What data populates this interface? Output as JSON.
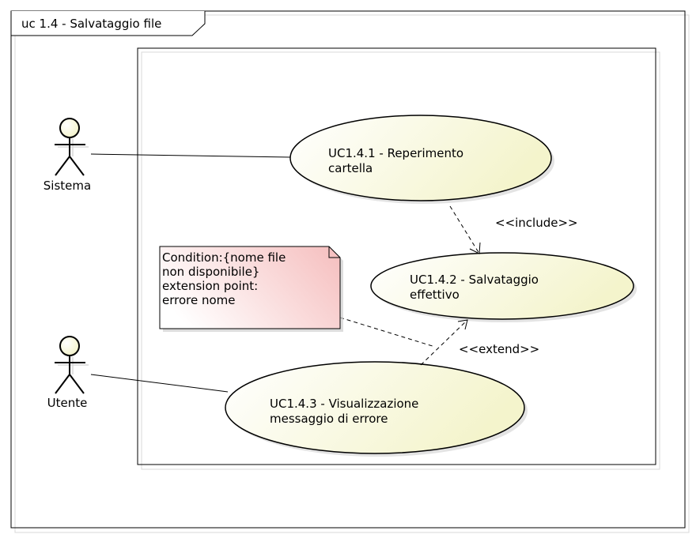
{
  "frame": {
    "title": "uc 1.4 - Salvataggio file"
  },
  "actors": {
    "sistema": {
      "name": "Sistema"
    },
    "utente": {
      "name": "Utente"
    }
  },
  "use_cases": {
    "uc141": {
      "line1": "UC1.4.1 - Reperimento",
      "line2": "cartella"
    },
    "uc142": {
      "line1": "UC1.4.2 - Salvataggio",
      "line2": "effettivo"
    },
    "uc143": {
      "line1": "UC1.4.3 - Visualizzazione",
      "line2": "messaggio di errore"
    }
  },
  "note": {
    "line1": "Condition:{nome file",
    "line2": "non disponibile}",
    "line3": "extension point:",
    "line4": "errore nome"
  },
  "relations": {
    "include": "<<include>>",
    "extend": "<<extend>>"
  },
  "colors": {
    "use_case_fill_light": "#ffffff",
    "use_case_fill_dark": "#f5f5cf",
    "actor_head_fill": "#f8f8d8",
    "note_fill_light": "#ffffff",
    "note_fill_dark": "#f7c7c7",
    "line": "#000000"
  }
}
